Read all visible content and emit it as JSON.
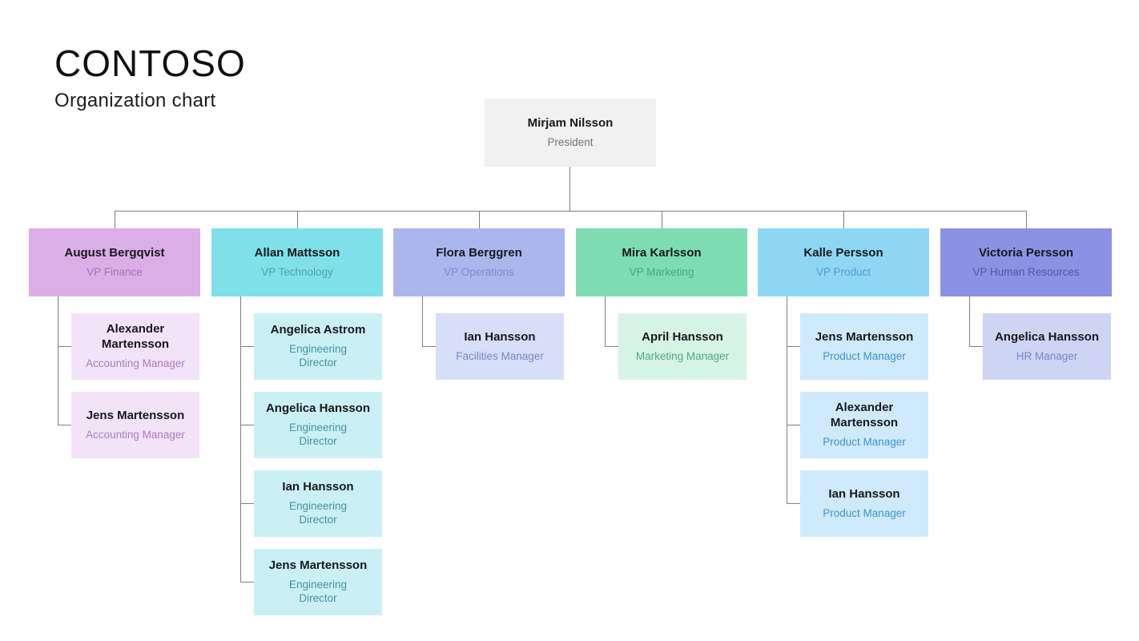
{
  "header": {
    "company": "CONTOSO",
    "subtitle": "Organization chart"
  },
  "colors": {
    "background": "#ffffff",
    "connector": "#7f7f7f",
    "name_text": "#16181d"
  },
  "root": {
    "name": "Mirjam Nilsson",
    "title": "President",
    "bg": "#f1f1f1",
    "title_color": "#757575"
  },
  "branches": [
    {
      "department": "Finance",
      "vp": {
        "name": "August Bergqvist",
        "title": "VP Finance"
      },
      "colors": {
        "vp_bg": "#dcaee8",
        "vp_title": "#9a79b0",
        "report_bg": "#f3e3f8",
        "report_title": "#ab7cc4"
      },
      "reports": [
        {
          "name": "Alexander Martensson",
          "title": "Accounting Manager"
        },
        {
          "name": "Jens Martensson",
          "title": "Accounting Manager"
        }
      ]
    },
    {
      "department": "Technology",
      "vp": {
        "name": "Allan Mattsson",
        "title": "VP Technology"
      },
      "colors": {
        "vp_bg": "#7fe0e9",
        "vp_title": "#53a2ac",
        "report_bg": "#caf0f6",
        "report_title": "#46939e"
      },
      "reports": [
        {
          "name": "Angelica Astrom",
          "title": "Engineering Director"
        },
        {
          "name": "Angelica Hansson",
          "title": "Engineering Director"
        },
        {
          "name": "Ian Hansson",
          "title": "Engineering Director"
        },
        {
          "name": "Jens Martensson",
          "title": "Engineering Director"
        }
      ]
    },
    {
      "department": "Operations",
      "vp": {
        "name": "Flora Berggren",
        "title": "VP Operations"
      },
      "colors": {
        "vp_bg": "#abb6ec",
        "vp_title": "#8089cb",
        "report_bg": "#d7def8",
        "report_title": "#7c86c8"
      },
      "reports": [
        {
          "name": "Ian Hansson",
          "title": "Facilities Manager"
        }
      ]
    },
    {
      "department": "Marketing",
      "vp": {
        "name": "Mira Karlsson",
        "title": "VP Marketing"
      },
      "colors": {
        "vp_bg": "#7edcb3",
        "vp_title": "#4fa480",
        "report_bg": "#d6f4e6",
        "report_title": "#4fa885"
      },
      "reports": [
        {
          "name": "April Hansson",
          "title": "Marketing Manager"
        }
      ]
    },
    {
      "department": "Product",
      "vp": {
        "name": "Kalle Persson",
        "title": "VP Product"
      },
      "colors": {
        "vp_bg": "#8dd7f5",
        "vp_title": "#4f9fcb",
        "report_bg": "#cfeafc",
        "report_title": "#3d95cc"
      },
      "reports": [
        {
          "name": "Jens Martensson",
          "title": "Product Manager"
        },
        {
          "name": "Alexander Martensson",
          "title": "Product Manager"
        },
        {
          "name": "Ian Hansson",
          "title": "Product Manager"
        }
      ]
    },
    {
      "department": "Human Resources",
      "vp": {
        "name": "Victoria Persson",
        "title": "VP Human Resources"
      },
      "colors": {
        "vp_bg": "#8b92e3",
        "vp_title": "#4d58b0",
        "report_bg": "#ced4f4",
        "report_title": "#7b85cc"
      },
      "reports": [
        {
          "name": "Angelica Hansson",
          "title": "HR Manager"
        }
      ]
    }
  ]
}
